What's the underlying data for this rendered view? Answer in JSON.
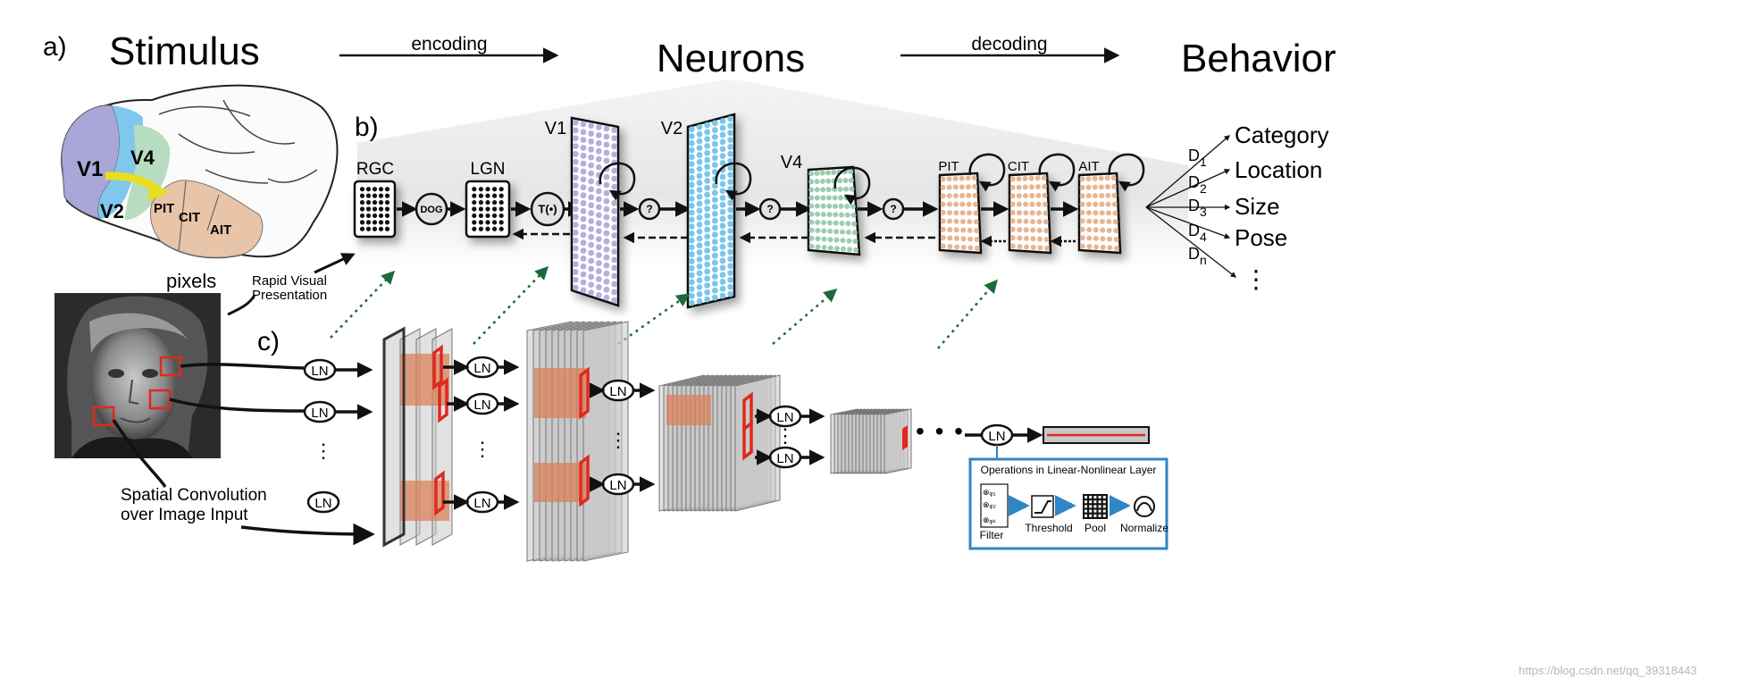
{
  "panel_a": {
    "label": "a)",
    "stimulus": "Stimulus",
    "encoding": "encoding",
    "neurons": "Neurons",
    "decoding": "decoding",
    "behavior": "Behavior",
    "brain_areas": [
      "V1",
      "V4",
      "V2",
      "PIT",
      "CIT",
      "AIT"
    ],
    "pixels": "pixels",
    "rapid_visual_line1": "Rapid Visual",
    "rapid_visual_line2": "Presentation"
  },
  "panel_b": {
    "label": "b)",
    "stages": [
      "RGC",
      "DOG",
      "LGN",
      "T(•)",
      "V1",
      "V2",
      "V4",
      "PIT",
      "CIT",
      "AIT"
    ],
    "unknown_symbol": "?",
    "decoders": [
      "D1",
      "D2",
      "D3",
      "D4",
      "Dn"
    ],
    "decoder_base": "D",
    "decoder_subs": [
      "1",
      "2",
      "3",
      "4",
      "n"
    ],
    "outputs": [
      "Category",
      "Location",
      "Size",
      "Pose"
    ],
    "ellipsis": "⋮"
  },
  "panel_c": {
    "label": "c)",
    "ln": "LN",
    "conv_line1": "Spatial Convolution",
    "conv_line2": "over Image Input",
    "dots": "• • •",
    "vdots": "⋮",
    "ops_title": "Operations in Linear-Nonlinear Layer",
    "ops": [
      "Filter",
      "Threshold",
      "Pool",
      "Normalize"
    ]
  },
  "colors": {
    "v1": "#b3b0dc",
    "v2": "#7cc6ea",
    "v4": "#9ccdb0",
    "it": "#e7b592",
    "brain_it": "#e8c4a8",
    "red": "#e0281e",
    "slab": "#c8c8c8",
    "highlight": "#d9805a",
    "green_arrow": "#1c6a3a",
    "ops_border": "#2f86c7"
  },
  "watermark": "https://blog.csdn.net/qq_39318443"
}
